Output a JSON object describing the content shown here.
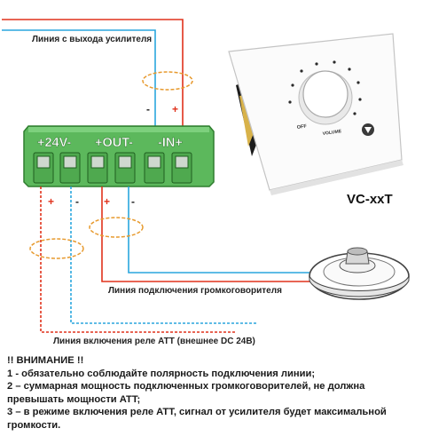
{
  "diagram": {
    "label_amp_line": "Линия с выхода усилителя",
    "label_speaker_line": "Линия подключения громкоговорителя",
    "label_relay_line": "Линия включения реле ATT (внешнее DC 24B)",
    "terminal_block": {
      "label_24v": "+24V-",
      "label_out": "+OUT-",
      "label_in": "-IN+"
    },
    "polarity": {
      "in_minus": "-",
      "in_plus": "+",
      "v24_plus": "+",
      "v24_minus": "-",
      "out_plus": "+",
      "out_minus": "-"
    },
    "panel": {
      "off": "OFF",
      "volume": "VOLUME"
    },
    "model": "VC-xxT",
    "colors": {
      "red_line": "#e0321c",
      "blue_line": "#2aa6dd",
      "ellipse": "#e79a2e",
      "terminal_green": "#5cb85c"
    }
  },
  "notes": {
    "title": "!! ВНИМАНИЕ !!",
    "line1": "1 - обязательно соблюдайте полярность подключения линии;",
    "line2": "2 – суммарная мощность подключенных громкоговорителей, не должна превышать мощности ATT;",
    "line3": "3 – в режиме включения реле ATT, сигнал от усилителя будет максимальной громкости."
  }
}
